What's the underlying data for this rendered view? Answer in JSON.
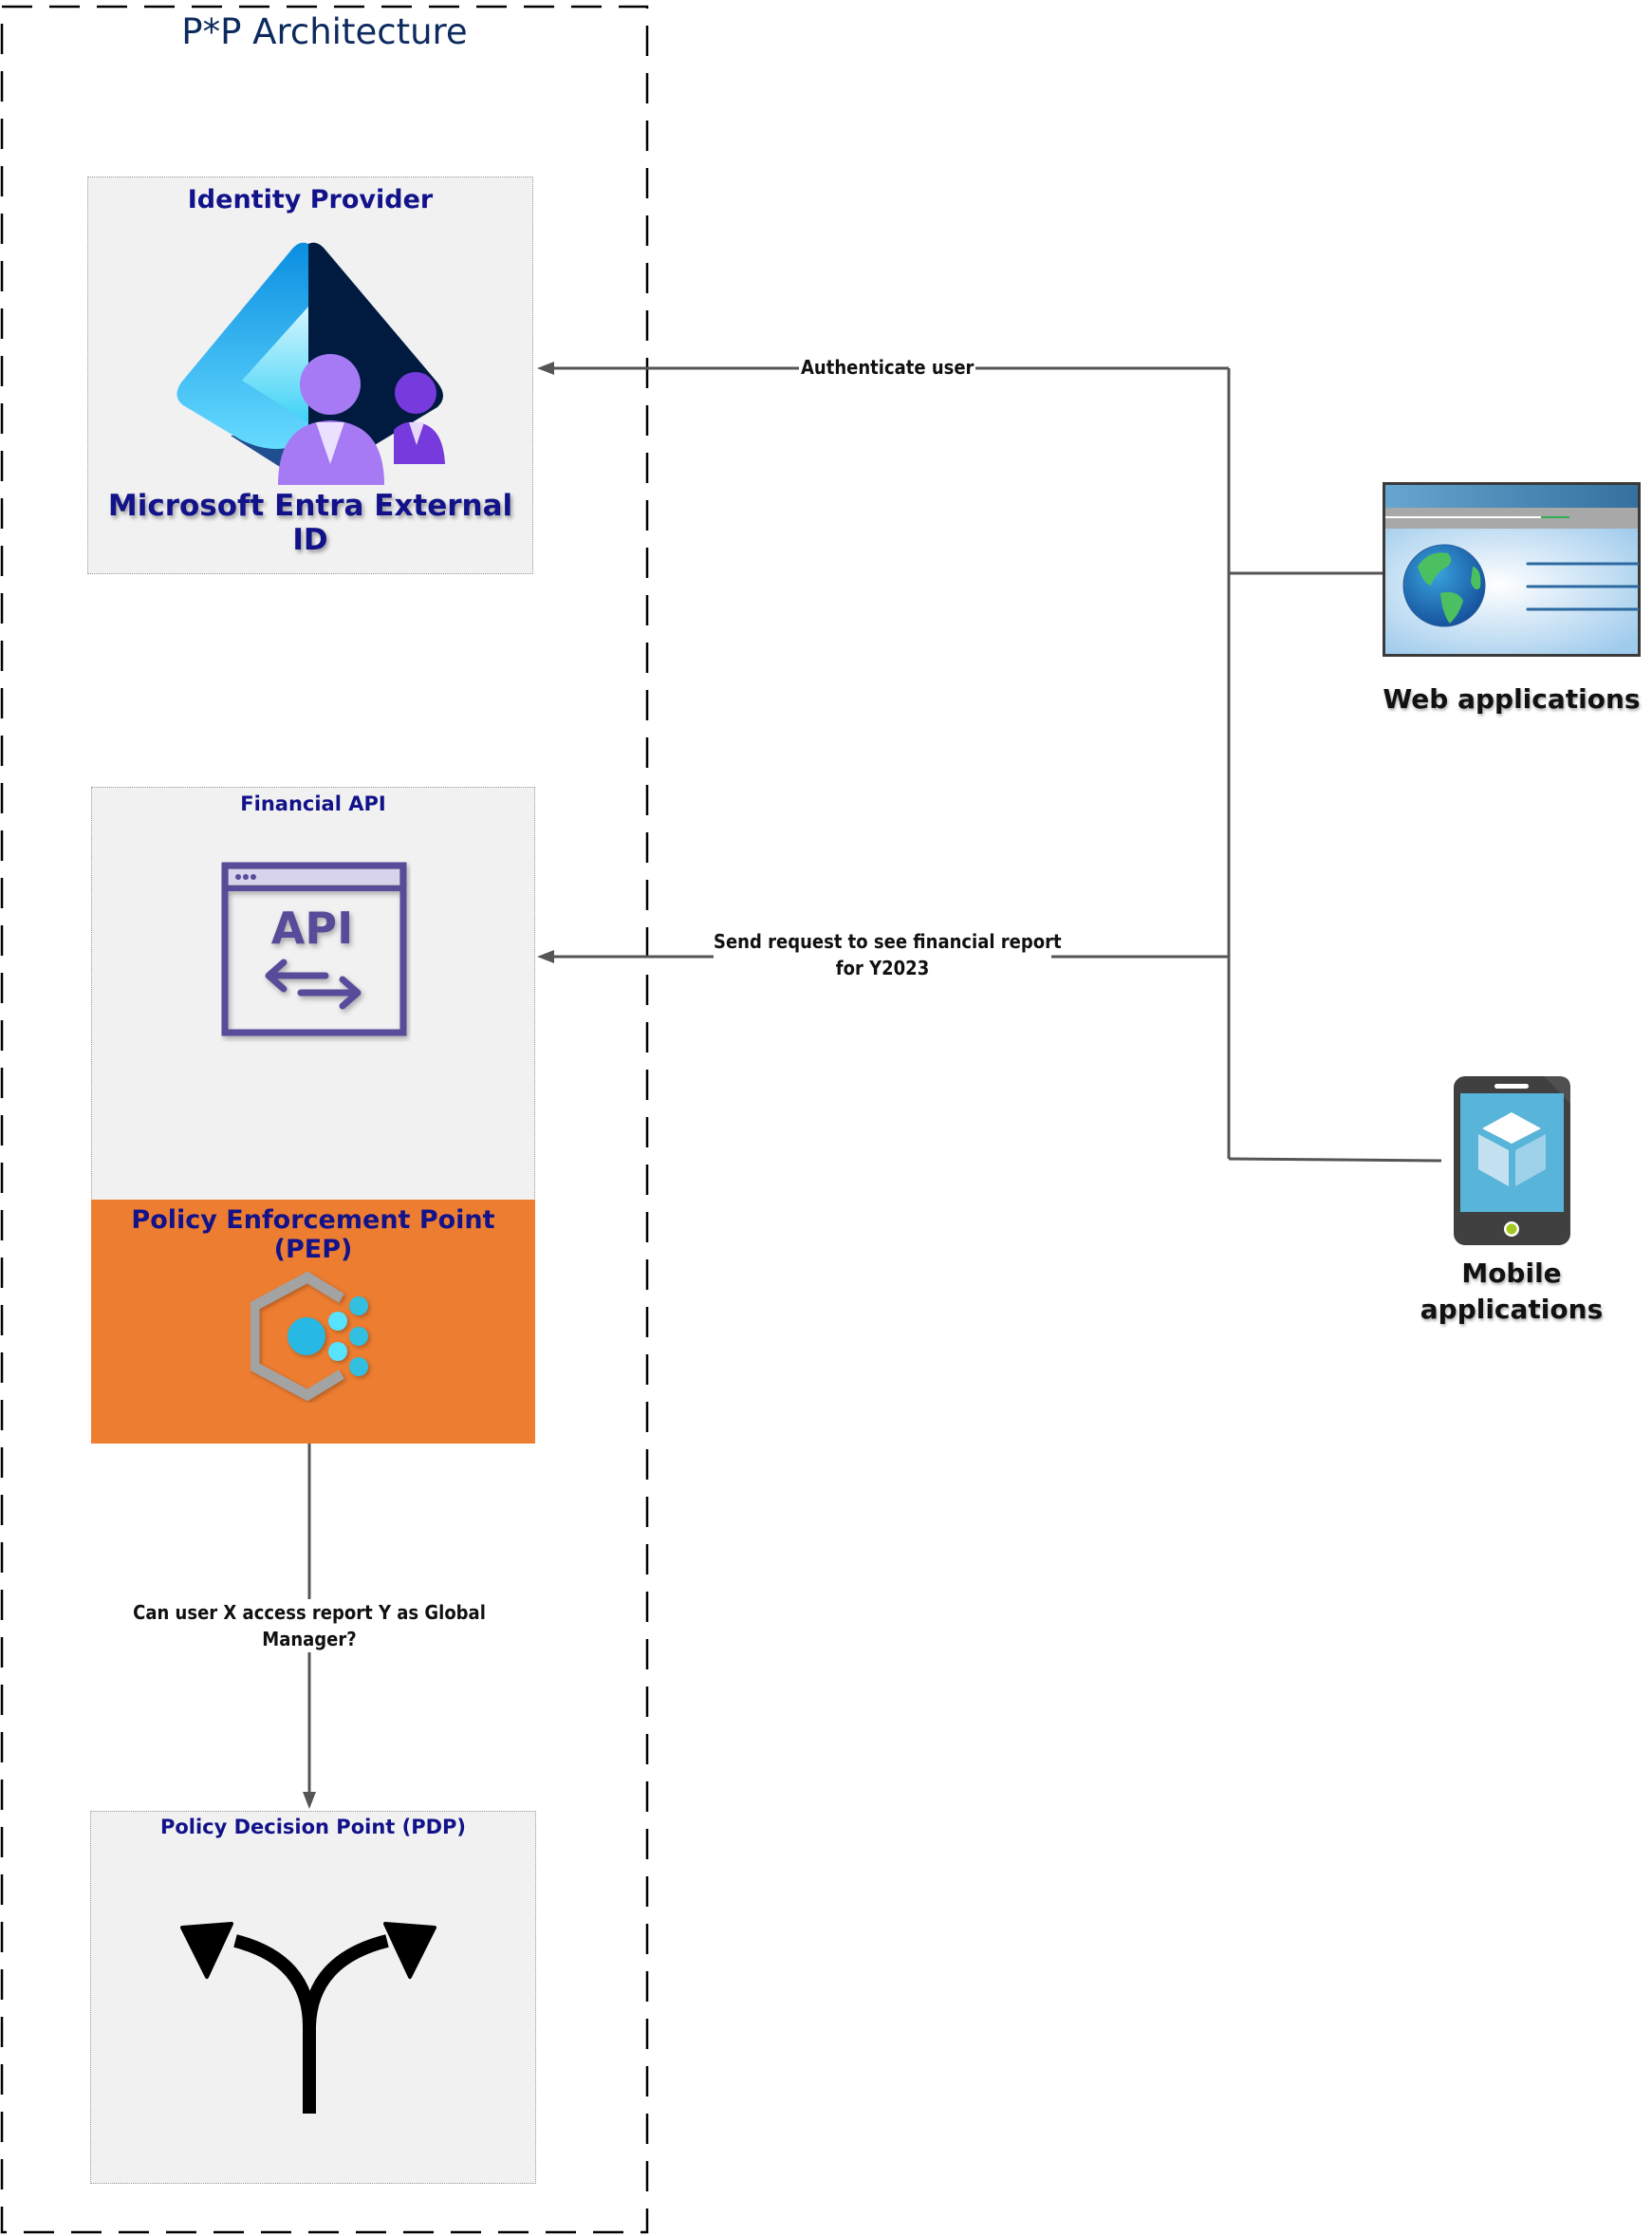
{
  "diagram": {
    "title": "P*P Architecture",
    "nodes": {
      "identity_provider": {
        "title": "Identity Provider",
        "product": "Microsoft Entra External ID",
        "icon": "entra-external-id-icon"
      },
      "financial_api": {
        "title": "Financial API",
        "icon": "api-window-icon",
        "icon_text": "API"
      },
      "pep": {
        "title": "Policy Enforcement Point (PEP)",
        "icon": "policy-hexagon-icon",
        "color": "#ed7d31"
      },
      "pdp": {
        "title": "Policy Decision Point (PDP)",
        "icon": "fork-arrows-icon"
      },
      "web_apps": {
        "label": "Web applications",
        "icon": "web-browser-globe-icon"
      },
      "mobile_apps": {
        "label_line1": "Mobile",
        "label_line2": "applications",
        "icon": "mobile-phone-cube-icon"
      }
    },
    "edges": {
      "authenticate": {
        "label": "Authenticate user",
        "from": "clients",
        "to": "identity_provider"
      },
      "send_request": {
        "label_line1": "Send request to see financial report",
        "label_line2": "for Y2023",
        "from": "clients",
        "to": "financial_api"
      },
      "authorize_query": {
        "label_line1": "Can user X access report Y as Global",
        "label_line2": "Manager?",
        "from": "pep",
        "to": "pdp"
      }
    },
    "colors": {
      "title_text": "#0d2a5e",
      "node_title_text": "#12128a",
      "box_fill": "#f1f1f1",
      "pep_fill": "#ed7d31",
      "connector": "#555555"
    }
  }
}
